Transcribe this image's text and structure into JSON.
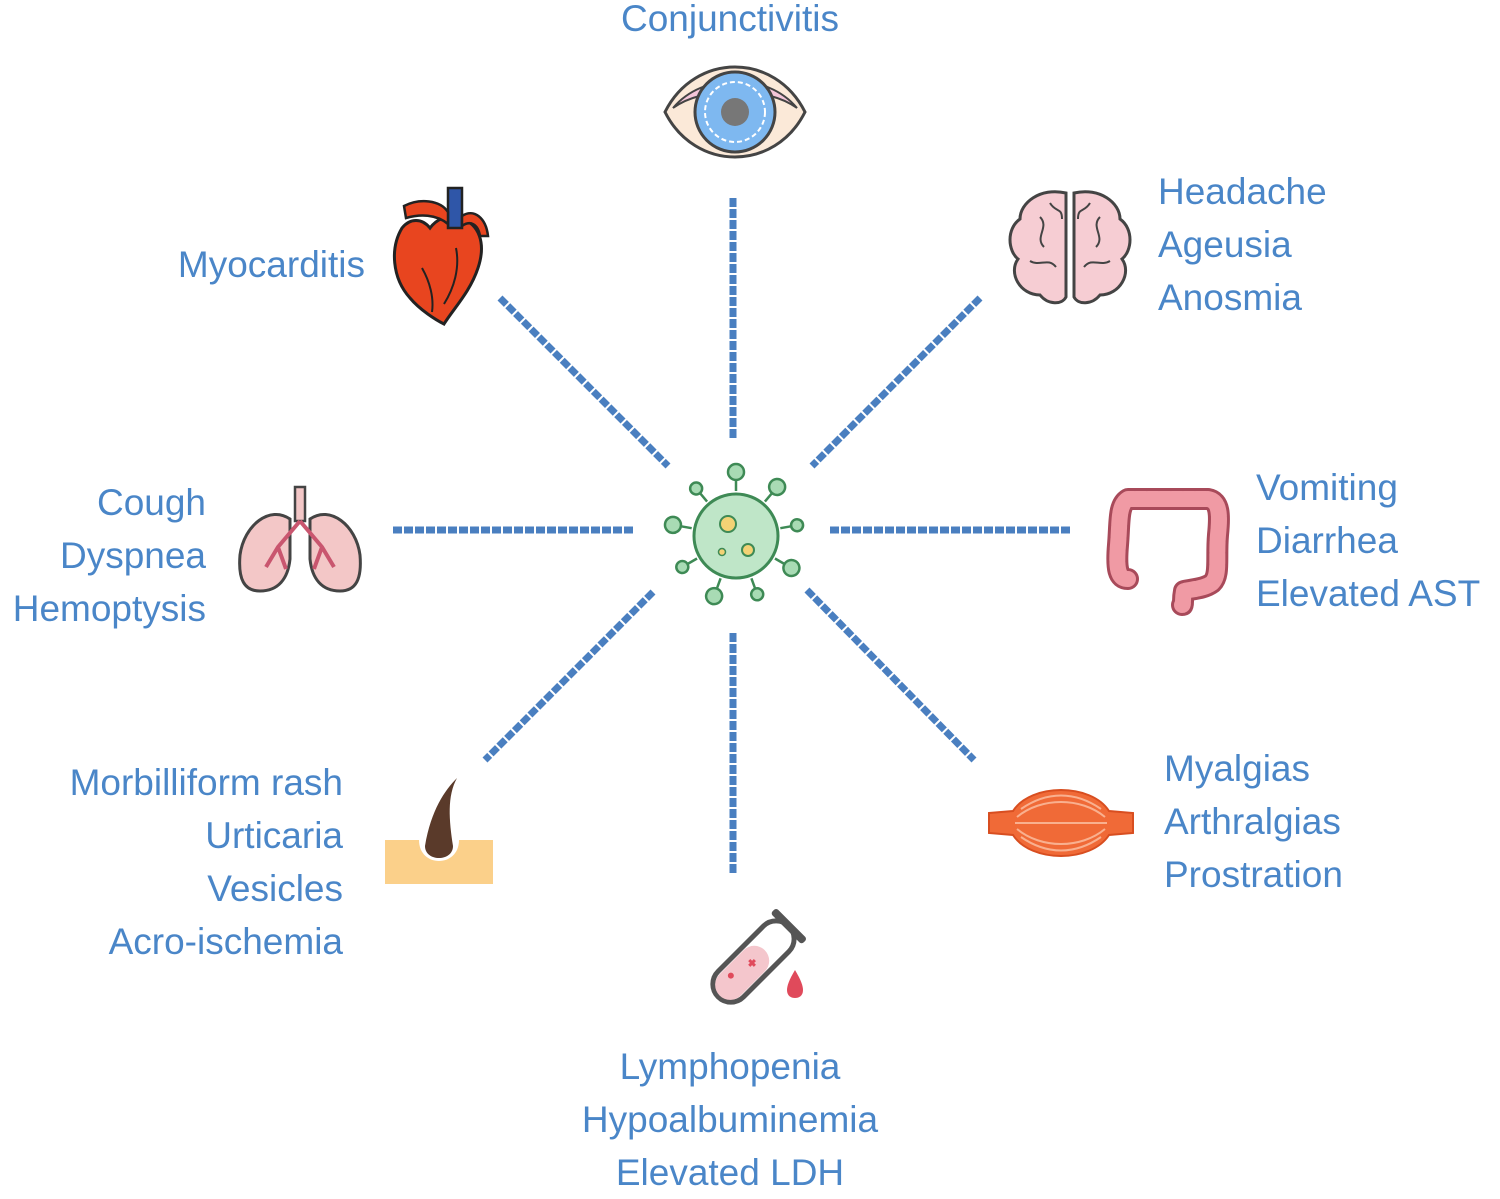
{
  "center": {
    "icon": "virus-icon"
  },
  "groups": [
    {
      "id": "eye",
      "icon": "eye-icon",
      "lines": [
        "Conjunctivitis"
      ]
    },
    {
      "id": "brain",
      "icon": "brain-icon",
      "lines": [
        "Headache",
        "Ageusia",
        "Anosmia"
      ]
    },
    {
      "id": "intestine",
      "icon": "intestine-icon",
      "lines": [
        "Vomiting",
        "Diarrhea",
        "Elevated AST"
      ]
    },
    {
      "id": "muscle",
      "icon": "muscle-icon",
      "lines": [
        "Myalgias",
        "Arthralgias",
        "Prostration"
      ]
    },
    {
      "id": "blood",
      "icon": "blood-test-tube-icon",
      "lines": [
        "Lymphopenia",
        "Hypoalbuminemia",
        "Elevated LDH"
      ]
    },
    {
      "id": "skin",
      "icon": "skin-hair-icon",
      "lines": [
        "Morbilliform rash",
        "Urticaria",
        "Vesicles",
        "Acro-ischemia"
      ]
    },
    {
      "id": "lungs",
      "icon": "lungs-icon",
      "lines": [
        "Cough",
        "Dyspnea",
        "Hemoptysis"
      ]
    },
    {
      "id": "heart",
      "icon": "heart-icon",
      "lines": [
        "Myocarditis"
      ]
    }
  ],
  "colors": {
    "label": "#4a86c8",
    "spoke": "#4a7fc0",
    "virus": "#68b27e",
    "heart": "#e8451f",
    "lung": "#f3c7c7",
    "brain": "#f6cdd3",
    "intestine": "#f09aa4",
    "muscle": "#f06a37",
    "skin": "#fbd08a",
    "eye": "#7eb8f0"
  }
}
